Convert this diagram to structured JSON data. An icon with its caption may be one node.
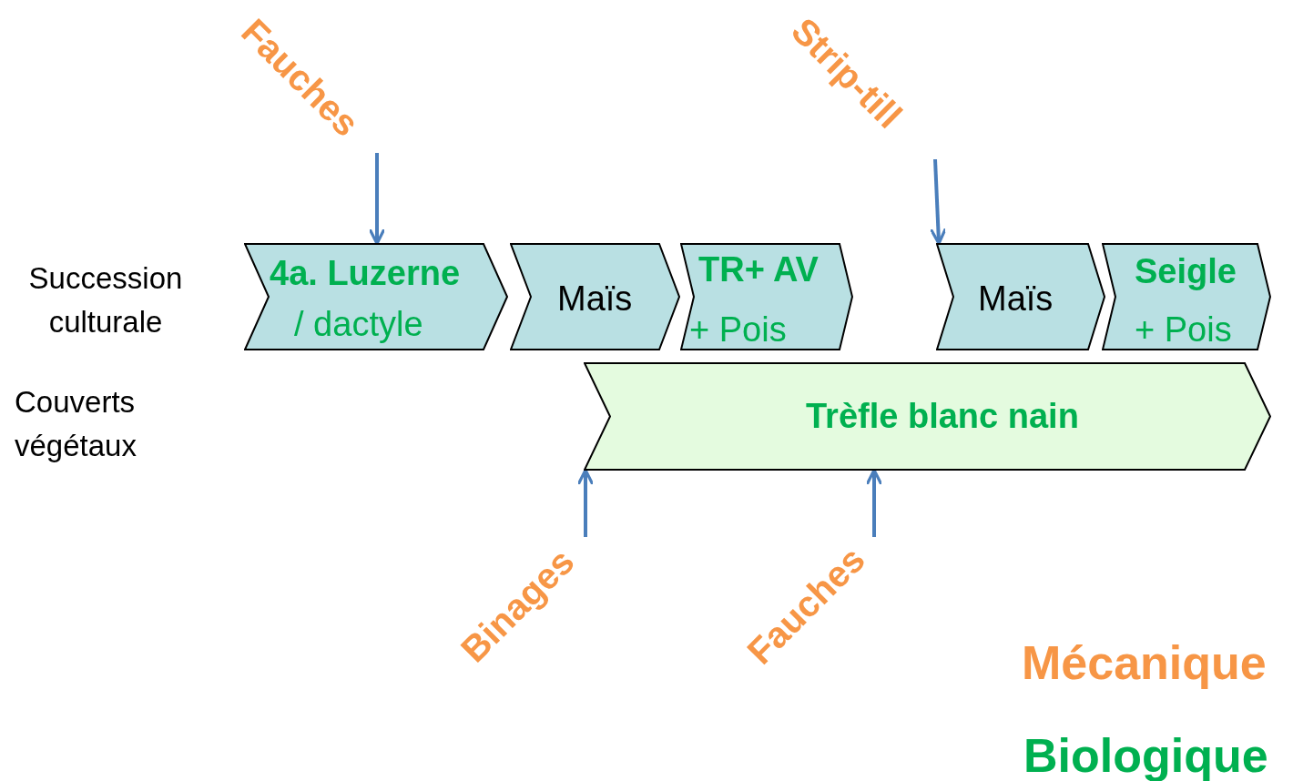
{
  "diagram": {
    "nodes": [
      {
        "text": [
          "4a. Luzerne",
          "/ dactyle"
        ]
      },
      {
        "text": [
          "Maïs"
        ]
      },
      {
        "text": [
          "TR+ AV",
          "+ Pois"
        ]
      },
      {
        "text": [
          "Maïs"
        ]
      },
      {
        "text": [
          "Seigle",
          "+ Pois"
        ]
      },
      {
        "text": [
          "Trèfle blanc nain"
        ]
      },
      {
        "text": [
          "Fauches"
        ]
      },
      {
        "text": [
          "Strip-till"
        ]
      },
      {
        "text": [
          "Binages"
        ]
      },
      {
        "text": [
          "Fauches"
        ]
      }
    ],
    "edges": [
      {
        "from": 6,
        "to": 0,
        "arrow": "to"
      },
      {
        "from": 7,
        "to": 3,
        "arrow": "to"
      },
      {
        "from": 8,
        "to": 5,
        "arrow": "to"
      },
      {
        "from": 9,
        "to": 5,
        "arrow": "to"
      }
    ],
    "labels": [
      "Succession culturale",
      "Couverts végétaux",
      "Mécanique",
      "Biologique"
    ]
  }
}
